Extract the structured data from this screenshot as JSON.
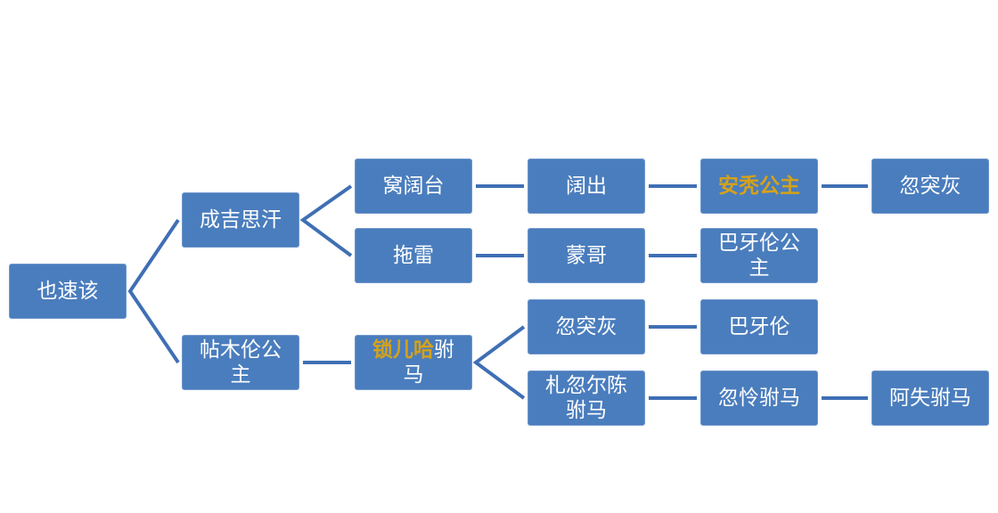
{
  "nodes": {
    "yesugei": "也速该",
    "genghis": "成吉思汗",
    "temulun": "帖木伦公主",
    "ogedei": "窝阔台",
    "tolui": "拖雷",
    "sorkhan_a": "锁儿哈",
    "sorkhan_b": "驸马",
    "kochu": "阔出",
    "mongke": "蒙哥",
    "khutuhui1": "忽突灰",
    "jaghurchen": "札忽尔陈驸马",
    "antu": "安秃公主",
    "bayalun_princess": "巴牙伦公主",
    "bayalun": "巴牙伦",
    "hulian": "忽怜驸马",
    "khutuhui2": "忽突灰",
    "ashi": "阿失驸马"
  },
  "colors": {
    "node": "#4a7dbd",
    "line": "#3f6fb5",
    "highlight": "#d4a21a"
  }
}
